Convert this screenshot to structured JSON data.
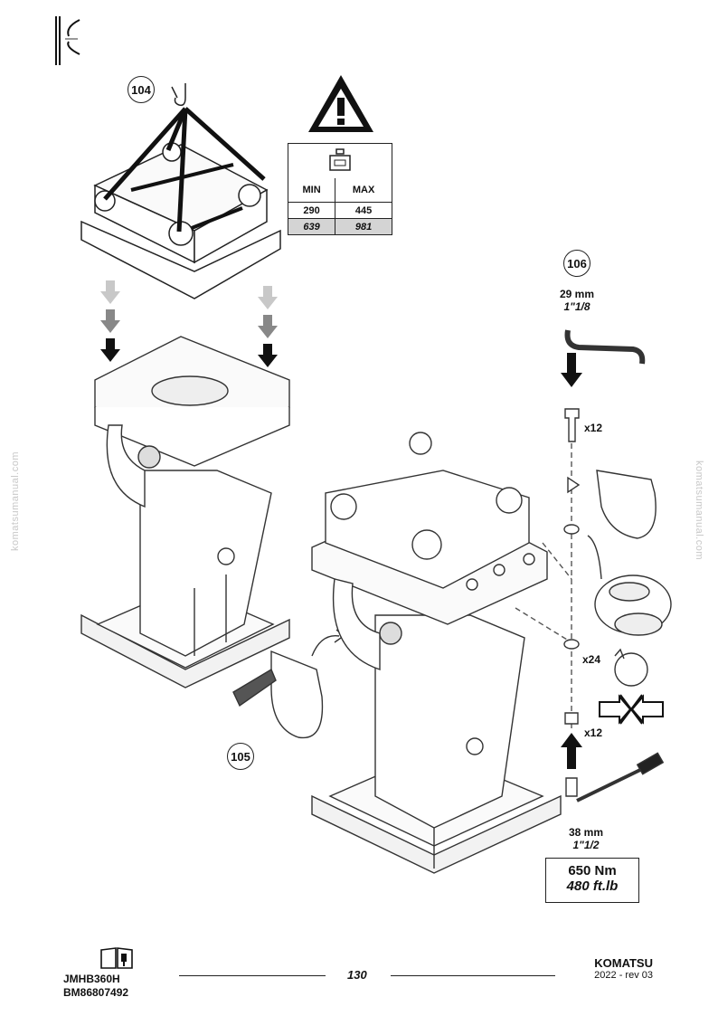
{
  "steps": {
    "s104": "104",
    "s105": "105",
    "s106": "106"
  },
  "weights": {
    "min_label": "MIN",
    "max_label": "MAX",
    "metric": {
      "min": "290",
      "max": "445"
    },
    "imperial": {
      "min": "639",
      "max": "981"
    }
  },
  "tools": {
    "socket_top": {
      "mm": "29 mm",
      "inch": "1\"1/8"
    },
    "socket_bottom": {
      "mm": "38 mm",
      "inch": "1\"1/2"
    }
  },
  "quantities": {
    "bolts": "x12",
    "washers": "x24",
    "nuts": "x12"
  },
  "torque": {
    "nm": "650 Nm",
    "ftlb": "480 ft.lb"
  },
  "watermark": "komatsumanual.com",
  "footer": {
    "model": "JMHB360H",
    "code": "BM86807492",
    "page": "130",
    "brand": "KOMATSU",
    "revision": "2022 -  rev 03"
  }
}
